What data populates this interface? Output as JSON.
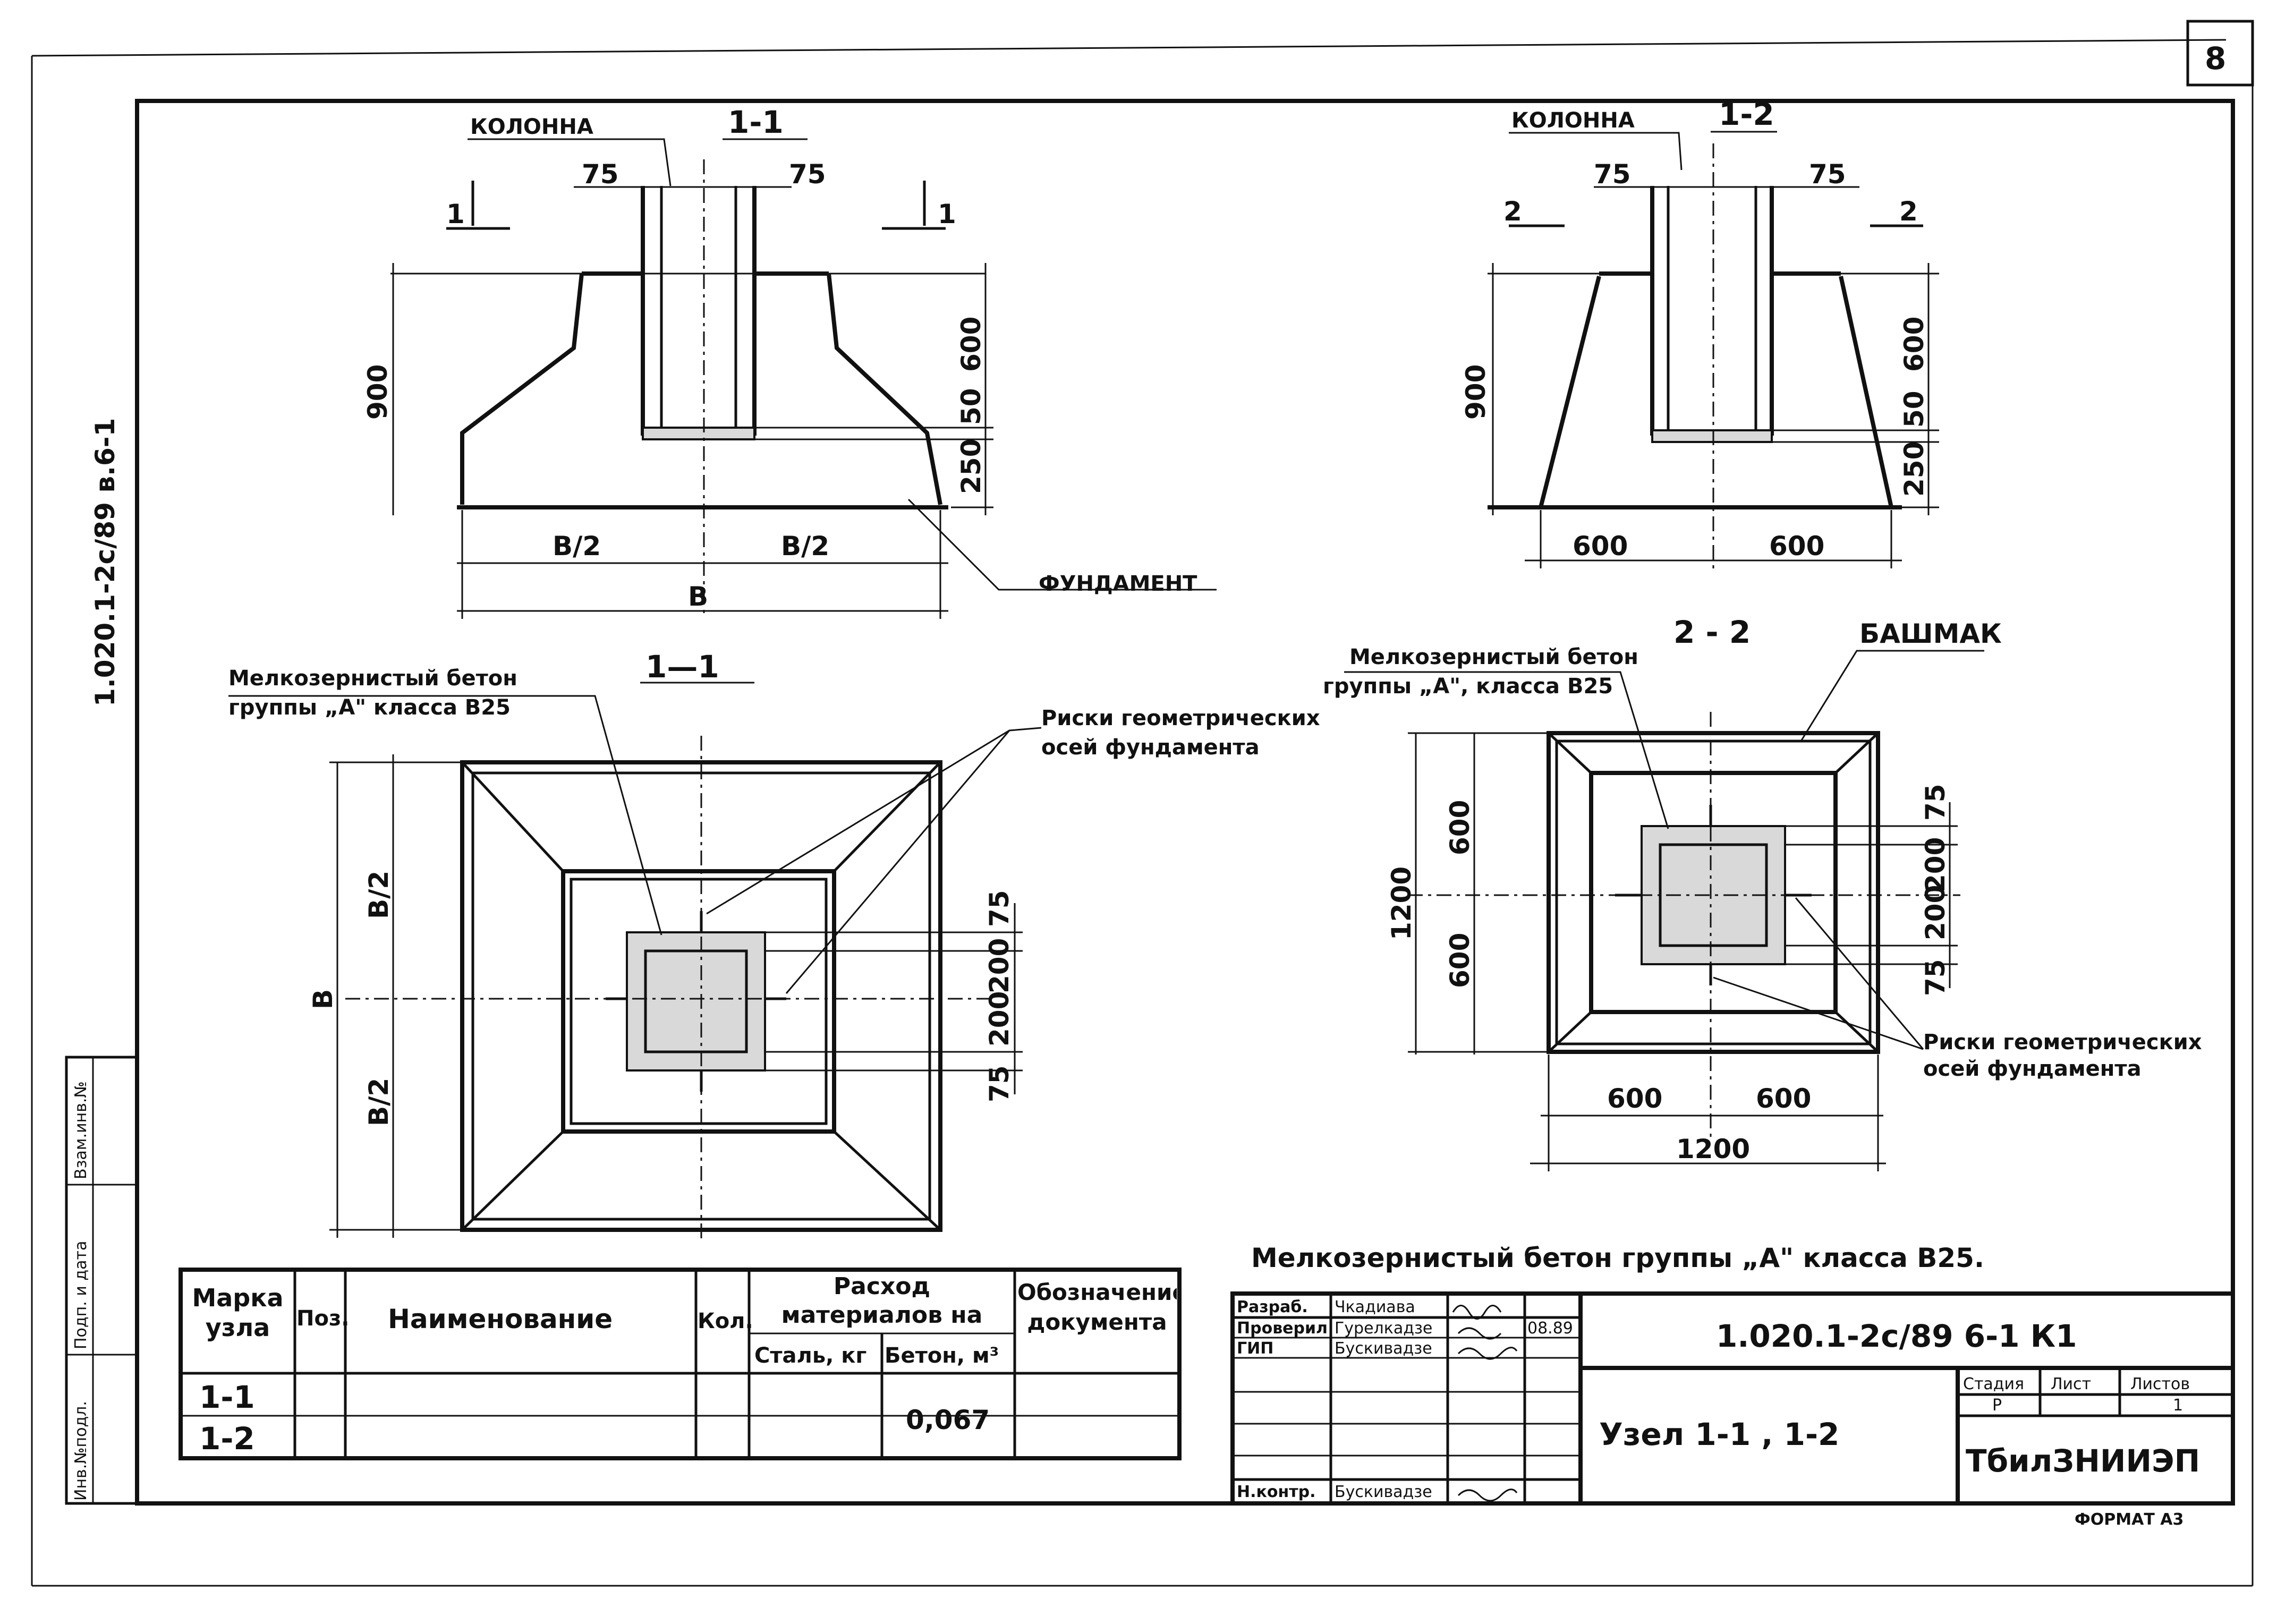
{
  "sheet": {
    "page_number": "8",
    "side_code": "1.020.1-2с/89 в.6-1",
    "format": "ФОРМАТ А3",
    "note": "Мелкозернистый бетон группы „А\" класса В25."
  },
  "section_1_1": {
    "title": "1-1",
    "column_label": "КОЛОННА",
    "foundation_label": "ФУНДАМЕНТ",
    "cut_mark_left": "1",
    "cut_mark_right": "1",
    "dim_75_left": "75",
    "dim_75_right": "75",
    "dim_900": "900",
    "dim_600": "600",
    "dim_50": "50",
    "dim_250": "250",
    "dim_b_half_left": "В/2",
    "dim_b_half_right": "В/2",
    "dim_b": "В"
  },
  "section_1_2": {
    "title": "1-2",
    "column_label": "КОЛОННА",
    "cut_mark_left": "2",
    "cut_mark_right": "2",
    "dim_75_left": "75",
    "dim_75_right": "75",
    "dim_900": "900",
    "dim_600": "600",
    "dim_50": "50",
    "dim_250": "250",
    "dim_bottom_left": "600",
    "dim_bottom_right": "600"
  },
  "plan_1_1": {
    "title": "1—1",
    "concrete_label_1": "Мелкозернистый бетон",
    "concrete_label_2": "группы „А\" класса В25",
    "axes_label_1": "Риски геометрических",
    "axes_label_2": "осей фундамента",
    "dim_b": "В",
    "dim_b_half_top": "В/2",
    "dim_b_half_bottom": "В/2",
    "dim_75_top": "75",
    "dim_200_top": "200",
    "dim_200_bottom": "200",
    "dim_75_bottom": "75"
  },
  "plan_2_2": {
    "title": "2 - 2",
    "shoe_label": "БАШМАК",
    "concrete_label_1": "Мелкозернистый бетон",
    "concrete_label_2": "группы „А\", класса В25",
    "axes_label_1": "Риски геометрических",
    "axes_label_2": "осей фундамента",
    "dim_1200_v": "1200",
    "dim_600_top": "600",
    "dim_600_bottom": "600",
    "dim_75_top": "75",
    "dim_200_top": "200",
    "dim_200_bottom": "200",
    "dim_75_bottom": "75",
    "dim_600_left": "600",
    "dim_600_right": "600",
    "dim_1200_h": "1200"
  },
  "spec_table": {
    "headers": {
      "mark": "Марка узла",
      "pos": "Поз.",
      "name": "Наименование",
      "qty": "Кол.",
      "consumption": "Расход материалов на узел",
      "steel": "Сталь, кг",
      "concrete": "Бетон, м³",
      "designation": "Обозначение документа"
    },
    "rows": [
      {
        "mark": "1-1",
        "pos": "",
        "name": "",
        "qty": "",
        "steel": "",
        "concrete": "0,067",
        "designation": ""
      },
      {
        "mark": "1-2",
        "pos": "",
        "name": "",
        "qty": "",
        "steel": "",
        "concrete": "",
        "designation": ""
      }
    ]
  },
  "side_stamp": {
    "inv_podl": "Инв.№подл.",
    "podp_data": "Подп. и дата",
    "vzam_inv": "Взам.инв.№"
  },
  "title_block": {
    "roles": [
      {
        "role": "Разраб.",
        "name": "Чкадиава",
        "date": ""
      },
      {
        "role": "Проверил",
        "name": "Гурелкадзе",
        "date": "08.89"
      },
      {
        "role": "ГИП",
        "name": "Бускивадзе",
        "date": ""
      },
      {
        "role": "Н.контр.",
        "name": "Бускивадзе",
        "date": ""
      }
    ],
    "code": "1.020.1-2с/89 6-1 К1",
    "title": "Узел 1-1 , 1-2",
    "stage_header": "Стадия",
    "sheet_header": "Лист",
    "sheets_header": "Листов",
    "stage": "Р",
    "sheet": "",
    "sheets": "1",
    "org": "ТбилЗНИИЭП"
  }
}
